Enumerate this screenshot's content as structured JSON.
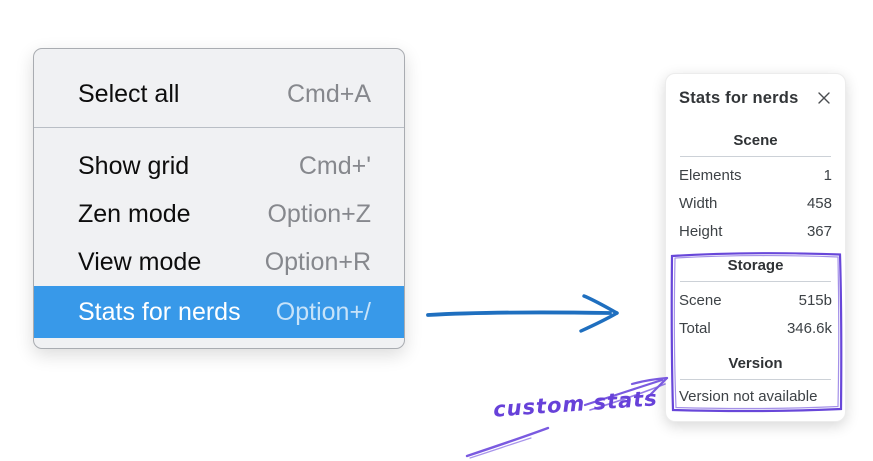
{
  "menu": {
    "items": [
      {
        "label": "Select all",
        "shortcut": "Cmd+A",
        "selected": false
      },
      {
        "label": "Show grid",
        "shortcut": "Cmd+'",
        "selected": false
      },
      {
        "label": "Zen mode",
        "shortcut": "Option+Z",
        "selected": false
      },
      {
        "label": "View mode",
        "shortcut": "Option+R",
        "selected": false
      },
      {
        "label": "Stats for nerds",
        "shortcut": "Option+/",
        "selected": true
      }
    ]
  },
  "panel": {
    "title": "Stats for nerds",
    "sections": {
      "scene": {
        "header": "Scene",
        "rows": [
          {
            "label": "Elements",
            "value": "1"
          },
          {
            "label": "Width",
            "value": "458"
          },
          {
            "label": "Height",
            "value": "367"
          }
        ]
      },
      "storage": {
        "header": "Storage",
        "rows": [
          {
            "label": "Scene",
            "value": "515b"
          },
          {
            "label": "Total",
            "value": "346.6k"
          }
        ]
      },
      "version": {
        "header": "Version",
        "note": "Version not available"
      }
    }
  },
  "annotations": {
    "custom_stats_label": "custom stats"
  },
  "icons": {
    "close": "✕"
  },
  "colors": {
    "menu_highlight": "#3899e9",
    "arrow_blue": "#1971c2",
    "annotation_purple": "#6741d9"
  }
}
